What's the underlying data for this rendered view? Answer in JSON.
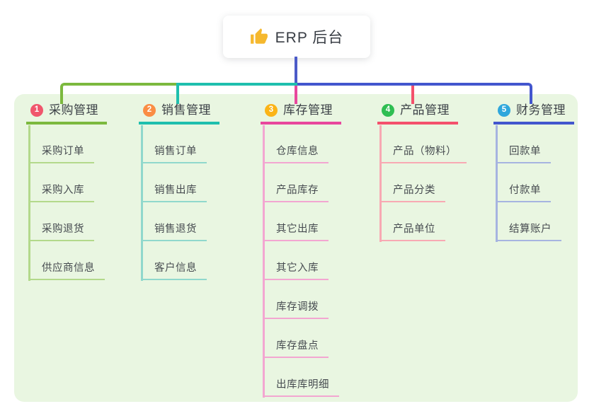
{
  "root": {
    "icon": "thumbs-up-icon",
    "label": "ERP 后台"
  },
  "branches": [
    {
      "badge": "1",
      "label": "采购管理",
      "colors": {
        "badge": "#f0566c",
        "line": "#7cb93e",
        "light": "#b3d98b"
      },
      "children": [
        "采购订单",
        "采购入库",
        "采购退货",
        "供应商信息"
      ]
    },
    {
      "badge": "2",
      "label": "销售管理",
      "colors": {
        "badge": "#fa8d44",
        "line": "#1fbfae",
        "light": "#90d8cc"
      },
      "children": [
        "销售订单",
        "销售出库",
        "销售退货",
        "客户信息"
      ]
    },
    {
      "badge": "3",
      "label": "库存管理",
      "colors": {
        "badge": "#fbb417",
        "line": "#e8479d",
        "light": "#f3a6d1"
      },
      "children": [
        "仓库信息",
        "产品库存",
        "其它出库",
        "其它入库",
        "库存调拨",
        "库存盘点",
        "出库库明细"
      ]
    },
    {
      "badge": "4",
      "label": "产品管理",
      "colors": {
        "badge": "#2fbe52",
        "line": "#f4516c",
        "light": "#f8a9b3"
      },
      "children": [
        "产品（物料）",
        "产品分类",
        "产品单位"
      ]
    },
    {
      "badge": "5",
      "label": "财务管理",
      "colors": {
        "badge": "#2fa7dc",
        "line": "#4356ce",
        "light": "#a6b4e0"
      },
      "children": [
        "回款单",
        "付款单",
        "结算账户"
      ]
    }
  ],
  "theme": {
    "canvas_bg": "#ffffff",
    "panel_bg": "#e9f6e1",
    "card_bg": "#ffffff",
    "root_connector": "#4c5bc8",
    "icon_color": "#f5b82e",
    "header_text": "#3c4147",
    "child_text": "#464b50"
  }
}
